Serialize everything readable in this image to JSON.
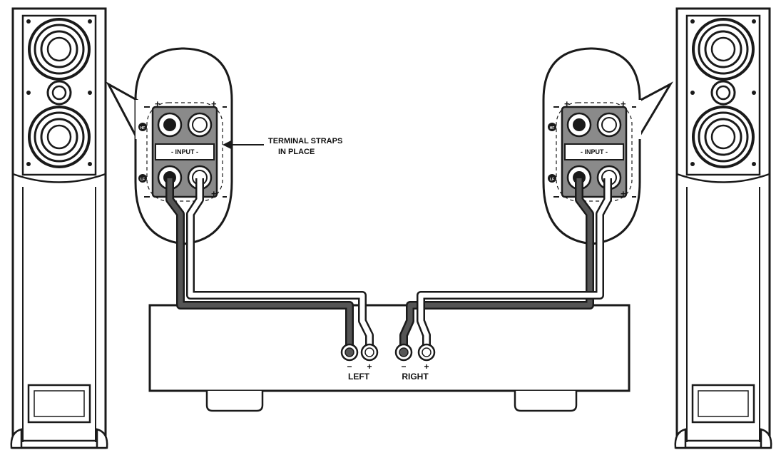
{
  "diagram": {
    "annotation": {
      "line1": "TERMINAL STRAPS",
      "line2": "IN PLACE"
    },
    "terminal_panel_label": "- INPUT -",
    "hf_label": "HF",
    "lf_label": "LF",
    "amplifier": {
      "left_channel_label": "LEFT",
      "right_channel_label": "RIGHT",
      "minus_sign": "−",
      "plus_sign": "+"
    },
    "colors": {
      "stroke": "#1a1a1a",
      "speaker_cable_dark": "#555555",
      "terminal_plate": "#8a8a8a",
      "background": "#ffffff"
    }
  }
}
